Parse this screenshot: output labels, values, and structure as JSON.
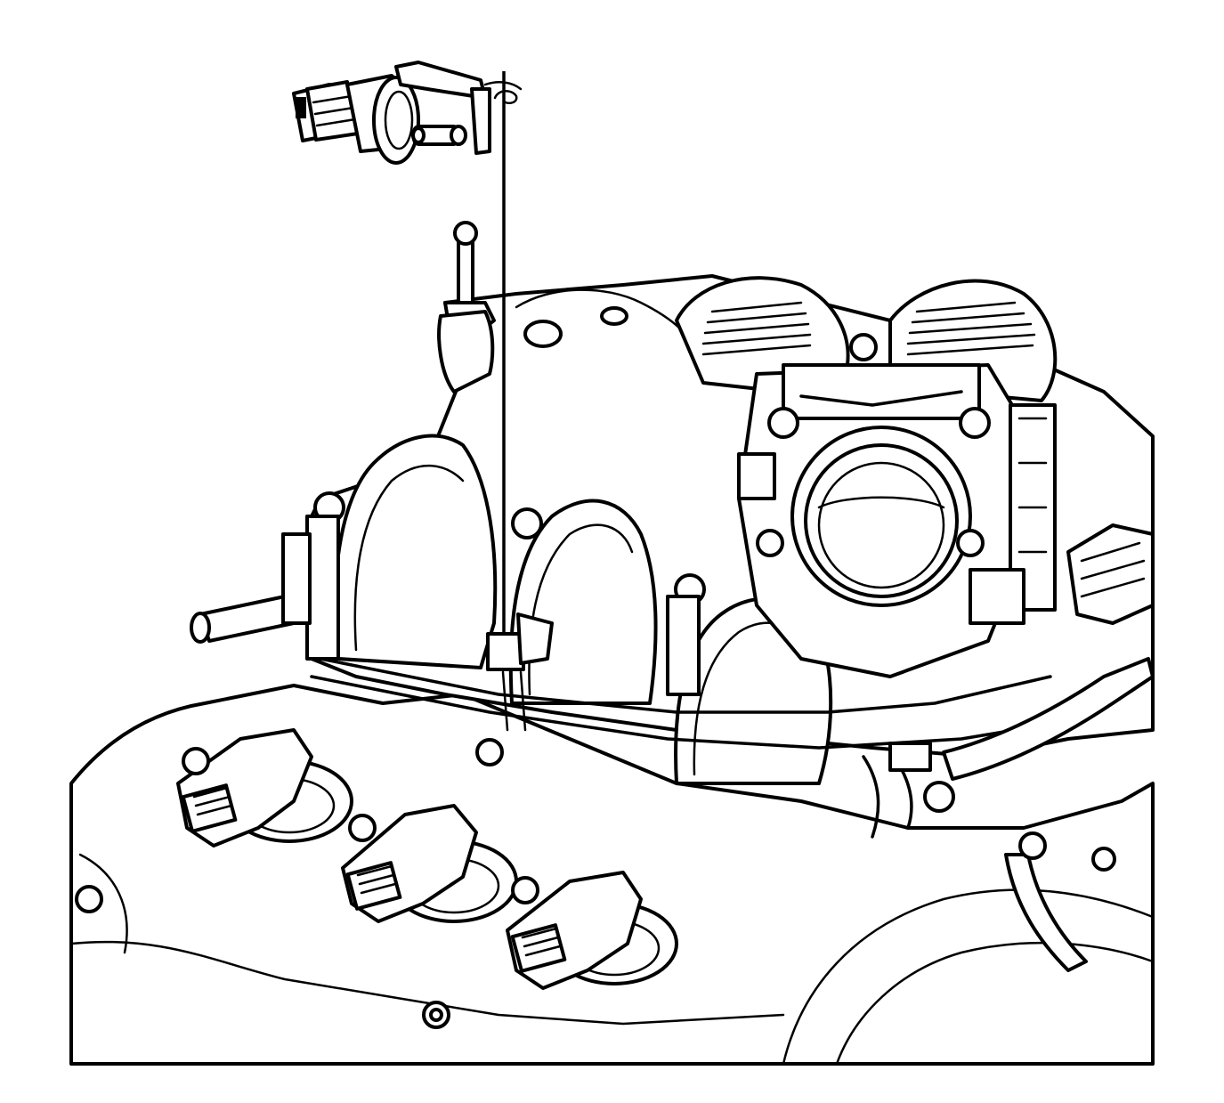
{
  "illustration": {
    "background": "#ffffff",
    "ink_color": "#000000",
    "parts": [
      "evap-purge-solenoid-valve",
      "mounting-stud",
      "intake-manifold",
      "throttle-body",
      "ignition-coils",
      "vapor-pipe-fitting"
    ]
  }
}
